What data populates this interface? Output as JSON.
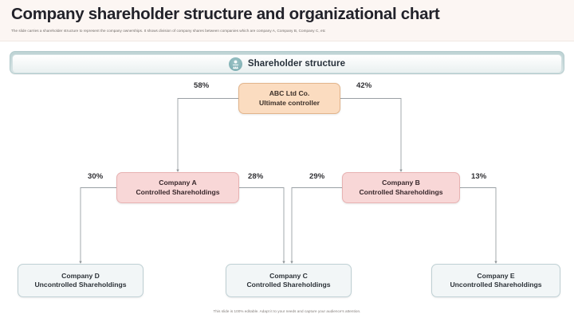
{
  "header": {
    "title": "Company shareholder structure and organizational chart",
    "subtitle": "The slide carries a shareholder structure to represent the company ownerships. It shows division of company shares between companies which are company A, Company B, Company C, etc"
  },
  "section": {
    "title": "Shareholder structure",
    "icon": "shareholder-group-icon",
    "accent": "#86b4b8"
  },
  "footer": {
    "note": "This slide is 100% editable. Adapt it to your needs and capture your audience's attention."
  },
  "chart_data": {
    "type": "diagram",
    "title": "Shareholder structure",
    "nodes": [
      {
        "id": "abc",
        "line1": "ABC Ltd Co.",
        "line2": "Ultimate controller",
        "level": 0,
        "color": "#fbdcc0"
      },
      {
        "id": "company_a",
        "line1": "Company A",
        "line2": "Controlled Shareholdings",
        "level": 1,
        "color": "#f8d7d7"
      },
      {
        "id": "company_b",
        "line1": "Company B",
        "line2": "Controlled Shareholdings",
        "level": 1,
        "color": "#f8d7d7"
      },
      {
        "id": "company_d",
        "line1": "Company D",
        "line2": "Uncontrolled Shareholdings",
        "level": 2,
        "color": "#f2f6f7"
      },
      {
        "id": "company_c",
        "line1": "Company C",
        "line2": "Controlled Shareholdings",
        "level": 2,
        "color": "#f2f6f7"
      },
      {
        "id": "company_e",
        "line1": "Company E",
        "line2": "Uncontrolled Shareholdings",
        "level": 2,
        "color": "#f2f6f7"
      }
    ],
    "edges": [
      {
        "from": "abc",
        "to": "company_a",
        "label": "58%"
      },
      {
        "from": "abc",
        "to": "company_b",
        "label": "42%"
      },
      {
        "from": "company_a",
        "to": "company_d",
        "label": "30%"
      },
      {
        "from": "company_a",
        "to": "company_c",
        "label": "28%"
      },
      {
        "from": "company_b",
        "to": "company_c",
        "label": "29%"
      },
      {
        "from": "company_b",
        "to": "company_e",
        "label": "13%"
      }
    ],
    "labels": {
      "p58": "58%",
      "p42": "42%",
      "p30": "30%",
      "p28": "28%",
      "p29": "29%",
      "p13": "13%"
    }
  }
}
